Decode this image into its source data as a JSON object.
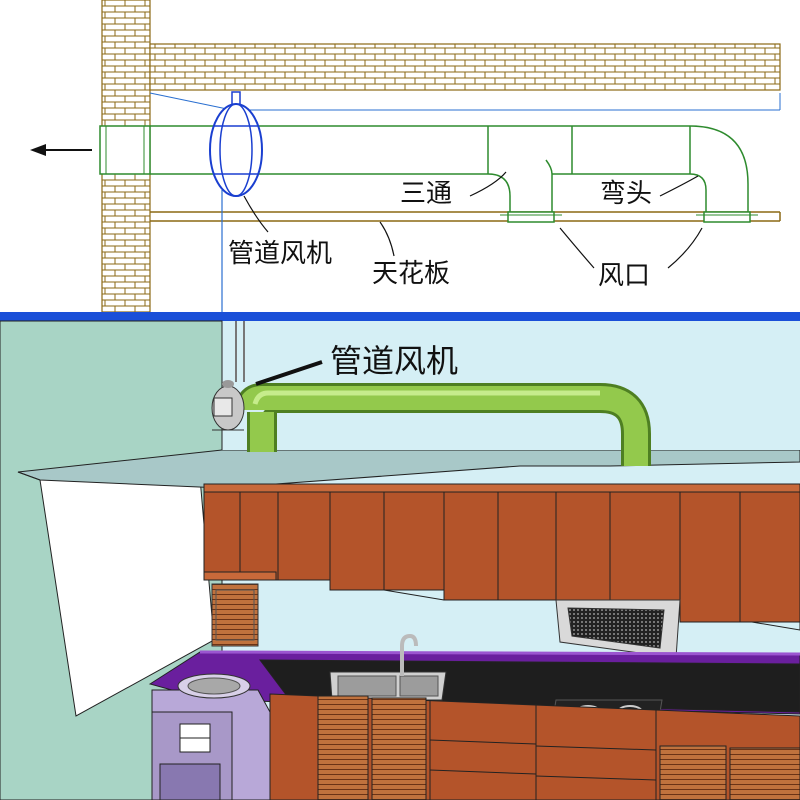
{
  "top_diagram": {
    "labels": {
      "tee": "三通",
      "elbow": "弯头",
      "fan": "管道风机",
      "ceiling": "天花板",
      "vent": "风口"
    }
  },
  "bottom_illustration": {
    "labels": {
      "fan": "管道风机"
    }
  },
  "colors": {
    "divider": "#1a4fd8",
    "duct_line": "#2e8b2e",
    "duct_fill": "#93c94c",
    "brick_line": "#8b6914",
    "fan_line": "#1a3fd0",
    "cabinet": "#b4542a",
    "countertop": "#6a1f9e",
    "wall": "#cfe9f1"
  }
}
